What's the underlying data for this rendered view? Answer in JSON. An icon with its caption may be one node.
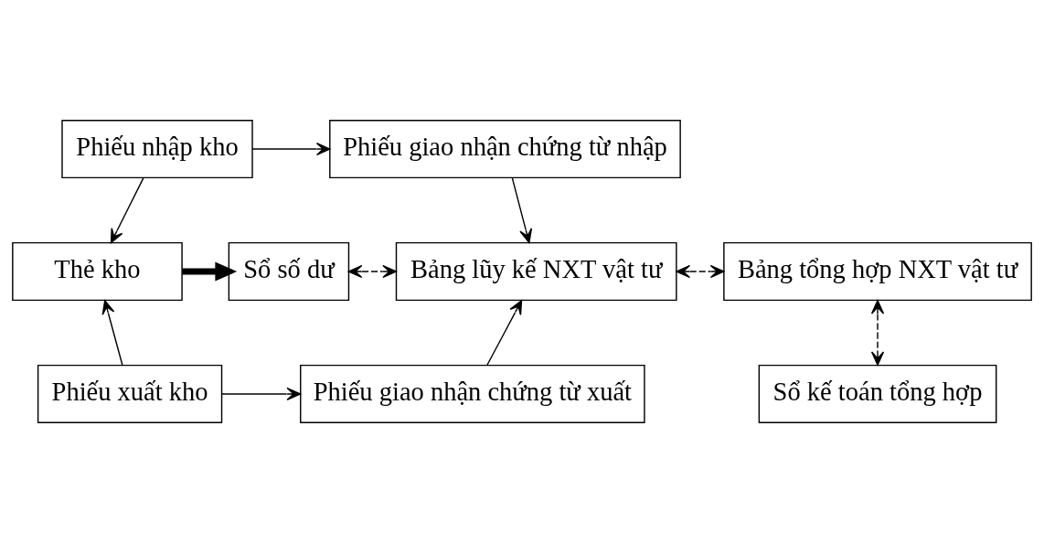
{
  "diagram": {
    "nodes": [
      {
        "text": [
          "Phiếu nhập kho"
        ]
      },
      {
        "text": [
          "Phiếu giao nhận chứng từ nhập"
        ]
      },
      {
        "text": [
          "Thẻ kho"
        ]
      },
      {
        "text": [
          "Sổ số dư"
        ]
      },
      {
        "text": [
          "Bảng lũy kế NXT vật tư"
        ]
      },
      {
        "text": [
          "Bảng tổng hợp NXT vật tư"
        ]
      },
      {
        "text": [
          "Phiếu xuất kho"
        ]
      },
      {
        "text": [
          "Phiếu giao nhận chứng từ xuất"
        ]
      },
      {
        "text": [
          "Sổ kế toán tổng hợp"
        ]
      }
    ],
    "edges": [
      {
        "from": 0,
        "to": 1,
        "arrow": "to"
      },
      {
        "from": 0,
        "to": 2,
        "arrow": "to"
      },
      {
        "from": 1,
        "to": 4,
        "arrow": "to"
      },
      {
        "from": 2,
        "to": 3,
        "arrow": "to",
        "style": "thick"
      },
      {
        "from": 3,
        "to": 4,
        "arrow": "both",
        "style": "dashed"
      },
      {
        "from": 4,
        "to": 5,
        "arrow": "both",
        "style": "dashed"
      },
      {
        "from": 5,
        "to": 8,
        "arrow": "both",
        "style": "dashed"
      },
      {
        "from": 6,
        "to": 2,
        "arrow": "to"
      },
      {
        "from": 6,
        "to": 7,
        "arrow": "to"
      },
      {
        "from": 7,
        "to": 4,
        "arrow": "to"
      }
    ]
  }
}
